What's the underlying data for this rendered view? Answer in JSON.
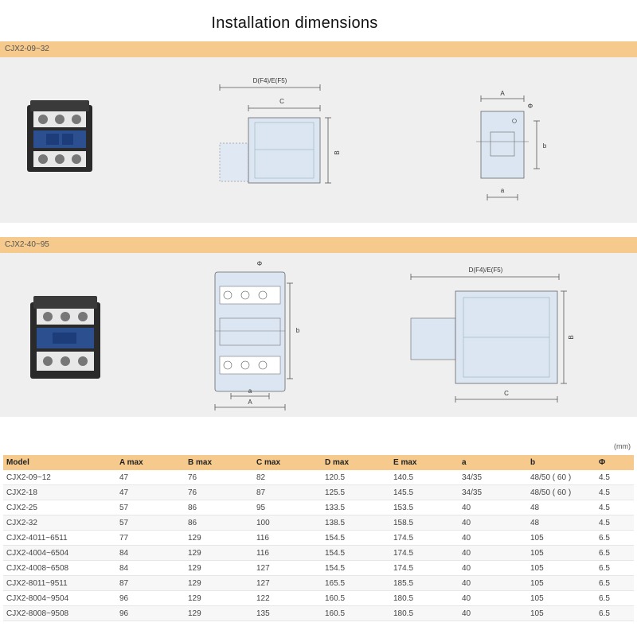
{
  "title": "Installation dimensions",
  "sections": [
    {
      "label": "CJX2-09~32",
      "labels": {
        "side_top": "D(F4)/E(F5)",
        "side_mid": "C",
        "side_right": "B",
        "front_a_top": "A",
        "front_phi": "Φ",
        "front_b": "b",
        "front_a_bottom": "a"
      }
    },
    {
      "label": "CJX2-40~95",
      "labels": {
        "front_phi": "Φ",
        "front_b": "b",
        "front_a_small": "a",
        "front_a_big": "A",
        "side_top": "D(F4)/E(F5)",
        "side_right": "B",
        "side_bottom": "C"
      }
    }
  ],
  "unit": "(mm)",
  "table": {
    "headers": [
      "Model",
      "A max",
      "B max",
      "C max",
      "D max",
      "E max",
      "a",
      "b",
      "Φ"
    ],
    "rows": [
      [
        "CJX2-09~12",
        "47",
        "76",
        "82",
        "120.5",
        "140.5",
        "34/35",
        "48/50 ( 60 )",
        "4.5"
      ],
      [
        "CJX2-18",
        "47",
        "76",
        "87",
        "125.5",
        "145.5",
        "34/35",
        "48/50 ( 60 )",
        "4.5"
      ],
      [
        "CJX2-25",
        "57",
        "86",
        "95",
        "133.5",
        "153.5",
        "40",
        "48",
        "4.5"
      ],
      [
        "CJX2-32",
        "57",
        "86",
        "100",
        "138.5",
        "158.5",
        "40",
        "48",
        "4.5"
      ],
      [
        "CJX2-4011~6511",
        "77",
        "129",
        "116",
        "154.5",
        "174.5",
        "40",
        "105",
        "6.5"
      ],
      [
        "CJX2-4004~6504",
        "84",
        "129",
        "116",
        "154.5",
        "174.5",
        "40",
        "105",
        "6.5"
      ],
      [
        "CJX2-4008~6508",
        "84",
        "129",
        "127",
        "154.5",
        "174.5",
        "40",
        "105",
        "6.5"
      ],
      [
        "CJX2-8011~9511",
        "87",
        "129",
        "127",
        "165.5",
        "185.5",
        "40",
        "105",
        "6.5"
      ],
      [
        "CJX2-8004~9504",
        "96",
        "129",
        "122",
        "160.5",
        "180.5",
        "40",
        "105",
        "6.5"
      ],
      [
        "CJX2-8008~9508",
        "96",
        "129",
        "135",
        "160.5",
        "180.5",
        "40",
        "105",
        "6.5"
      ]
    ]
  }
}
